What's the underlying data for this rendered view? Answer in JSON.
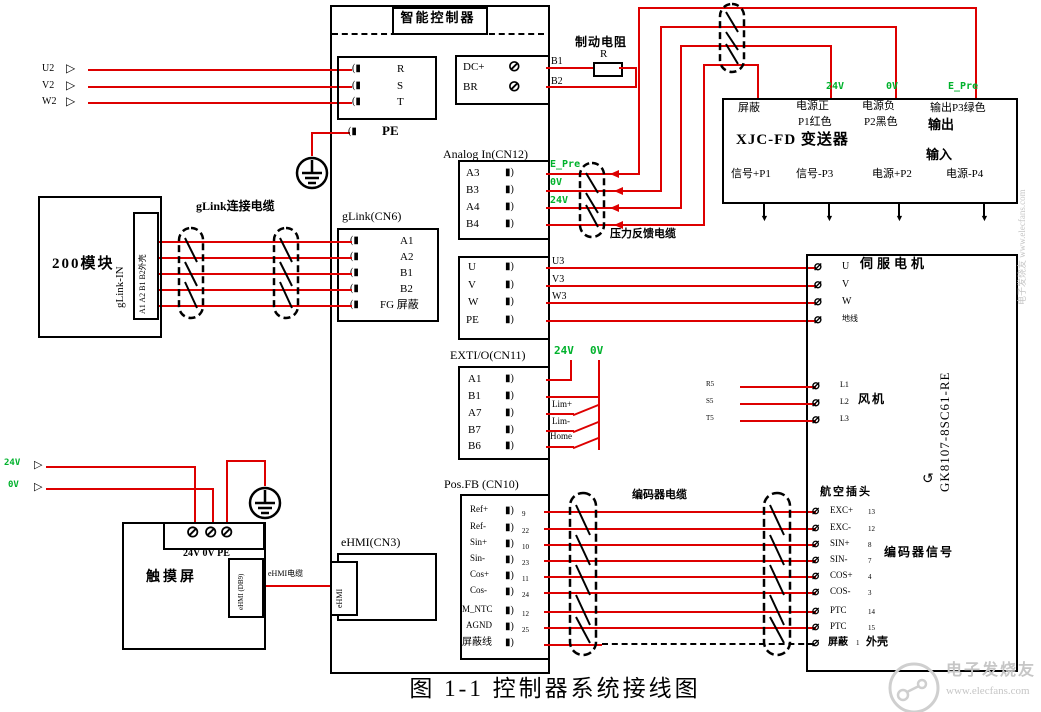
{
  "glyphs": {
    "plug_r": "▮)",
    "plug_l": "(▮",
    "screw": "⊘",
    "ring": "⌀",
    "tri": "▷",
    "down": "▼",
    "rot": "↺"
  },
  "caption": "图 1-1 控制器系统接线图",
  "controller": {
    "title": "智能控制器",
    "phase_inputs": [
      "U2",
      "V2",
      "W2"
    ],
    "rst": [
      "R",
      "S",
      "T"
    ],
    "pe": "PE",
    "dc": [
      "DC+",
      "BR"
    ],
    "dc_wires": [
      "B1",
      "B2"
    ],
    "analog": {
      "label": "Analog In(CN12)",
      "pins": [
        "A3",
        "B3",
        "A4",
        "B4"
      ],
      "green": [
        "E_Pre",
        "0V",
        "24V"
      ]
    },
    "uvw": {
      "pins": [
        "U",
        "V",
        "W",
        "PE"
      ],
      "wires": [
        "U3",
        "V3",
        "W3"
      ]
    },
    "extio": {
      "label": "EXTI/O(CN11)",
      "pins": [
        "A1",
        "B1",
        "A7",
        "B7",
        "B6"
      ],
      "green": [
        "24V",
        "0V"
      ],
      "switches": [
        "Lim+",
        "Lim-",
        "Home"
      ]
    },
    "posfb": {
      "label": "Pos.FB (CN10)",
      "pins": [
        {
          "n": "Ref+",
          "p": "9"
        },
        {
          "n": "Ref-",
          "p": "22"
        },
        {
          "n": "Sin+",
          "p": "10"
        },
        {
          "n": "Sin-",
          "p": "23"
        },
        {
          "n": "Cos+",
          "p": "11"
        },
        {
          "n": "Cos-",
          "p": "24"
        },
        {
          "n": "M_NTC",
          "p": "12"
        },
        {
          "n": "AGND",
          "p": "25"
        }
      ],
      "shield": "屏蔽线"
    },
    "glink": {
      "label": "gLink(CN6)",
      "pins": [
        "A1",
        "A2",
        "B1",
        "B2",
        "FG 屏蔽"
      ]
    },
    "ehmi": {
      "label": "eHMI(CN3)",
      "port": "eHMI"
    }
  },
  "module200": {
    "name": "200模块",
    "port": "gLink-IN",
    "pins": "A1 A2 B1 B2外壳",
    "cable": "gLink连接电缆"
  },
  "brake": {
    "label": "制动电阻",
    "r": "R"
  },
  "pressure_cable": "压力反馈电缆",
  "xjc": {
    "green": [
      "24V",
      "0V",
      "E_Pre"
    ],
    "row1": [
      "屏蔽",
      "电源正",
      "电源负",
      "输出P3绿色"
    ],
    "row2": [
      "P1红色",
      "P2黑色"
    ],
    "out": "输出",
    "name": "XJC-FD 变送器",
    "in": "输入",
    "row3": [
      "信号+P1",
      "信号-P3",
      "电源+P2",
      "电源-P4"
    ]
  },
  "motor": {
    "name": "伺服电机",
    "model": "GK8107-8SC61-RE",
    "power": [
      "U",
      "V",
      "W",
      "地线"
    ],
    "fan": {
      "label": "风机",
      "in": [
        "R5",
        "S5",
        "T5"
      ],
      "out": [
        "L1",
        "L2",
        "L3"
      ]
    },
    "plug": "航空插头",
    "signal": "编码器信号",
    "enc": [
      {
        "n": "EXC+",
        "p": "13"
      },
      {
        "n": "EXC-",
        "p": "12"
      },
      {
        "n": "SIN+",
        "p": "8"
      },
      {
        "n": "SIN-",
        "p": "7"
      },
      {
        "n": "COS+",
        "p": "4"
      },
      {
        "n": "COS-",
        "p": "3"
      },
      {
        "n": "PTC",
        "p": "14"
      },
      {
        "n": "PTC",
        "p": "15"
      }
    ],
    "shield": {
      "n": "屏蔽",
      "p": "1",
      "s": "外壳"
    }
  },
  "encoder_cable": "编码器电缆",
  "touch": {
    "name": "触摸屏",
    "strip": "24V 0V PE",
    "port": "eHMI (DB9)",
    "cable": "eHMI电缆",
    "green": [
      "24V",
      "0V"
    ]
  },
  "watermark": {
    "brand": "电子发烧友",
    "url": "www.elecfans.com"
  }
}
